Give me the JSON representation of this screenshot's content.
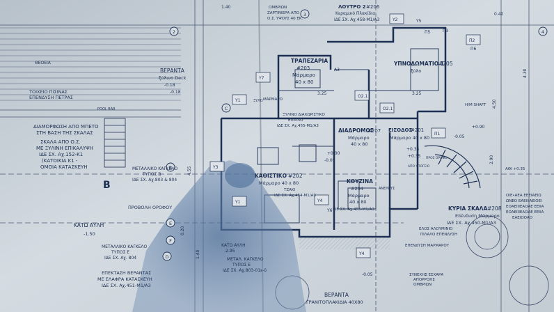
{
  "colors": {
    "paper": "#c9d2da",
    "paper_light": "#dde3e8",
    "ink": "#1d2f52",
    "line": "#4a5874",
    "shadow": "#5f7fa6"
  },
  "rooms": [
    {
      "name": "ΤΡΑΠΕΖΑΡΙΑ",
      "code": "#203",
      "floor": "Μάρμαρο",
      "size": "40 x 80"
    },
    {
      "name": "ΥΠΝΟΔΩΜΑΤΙΟ 1",
      "code": "#205",
      "floor": "ξύλο",
      "size": ""
    },
    {
      "name": "ΛΟΥΤΡΟ 2",
      "code": "#206",
      "floor": "Κεραμικό Πλακίδια",
      "size": "ΙΔΕ ΣΧ. Αχ.458-Μ1/Α3"
    },
    {
      "name": "ΔΙΑΔΡΟΜΟΣ",
      "code": "#207",
      "floor": "Μάρμαρο",
      "size": "40 x 80"
    },
    {
      "name": "ΕΙΣΟΔΟΣ",
      "code": "#201",
      "floor": "Μάρμαρο 40 x 80",
      "size": ""
    },
    {
      "name": "ΚΑΘΙΣΤΙΚΟ",
      "code": "#202",
      "floor": "Μάρμαρο 40 x 80",
      "size": ""
    },
    {
      "name": "ΚΟΥΖΙΝΑ",
      "code": "#204",
      "floor": "Μάρμαρο",
      "size": "40 x 80"
    },
    {
      "name": "ΚΥΡΙΑ ΣΚΑΛΑ",
      "code": "#208",
      "floor": "Επένδυση Μάρμαρο",
      "size": "ΙΔΕ ΣΧ. Αχ.450-Μ1/Α3"
    }
  ],
  "labels": {
    "odos": "ΘΕΟΕΙΑ",
    "toixeio_1": "ΤΟΙΧΕΙΟ ΠΙΣΙΝΑΣ",
    "toixeio_2": "ΕΠΕΝΔΥΣΗ ΠΕΤΡΑΣ",
    "pool_bar": "POOL BAR",
    "verantas_top": "ΒΕΡΑΝΤΑ",
    "verantas_top_sub": "ξύλινο Deck",
    "verantas_top_level": "-0.18",
    "diamorfosi_1": "ΔΙΑΜΟΡΦΩΣΗ ΑΠΟ ΜΠΕΤΟ",
    "diamorfosi_2": "ΣΤΗ ΒΑΣΗ ΤΗΣ ΣΚΑΛΑΣ",
    "skala_1": "ΣΚΑΛΑ ΑΠΟ Ο.Σ.",
    "skala_2": "ΜΕ ΞΥΛΙΝΗ ΕΠΙΚΑΛΥΨΗ",
    "skala_3": "ΙΔΕ ΣΧ. Αχ.152-Κ1",
    "skala_4": "(ΚΑΤΟΙΚΙΑ Κ1 -",
    "skala_5": "ΟΜΟΙΑ ΚΑΤΑΣΚΕΥΗ",
    "kagkelo_b_1": "ΜΕΤΑΛΛΙΚΟ ΚΑΓΚΕΛΟ",
    "kagkelo_b_2": "ΤΥΠΟΣ Β",
    "kagkelo_b_3": "ΙΔΕ ΣΧ. Αχ.803 & 804",
    "section_b": "Β",
    "provoli": "ΠΡΟΒΟΛΗ ΟΡΟΦΟΥ",
    "kato_avli": "ΚΑΤΩ ΑΥΛΗ",
    "kato_avli_level": "-1.50",
    "kagkelo_e_1": "ΜΕΤΑΛΛΙΚΟ ΚΑΓΚΕΛΟ",
    "kagkelo_e_2": "ΤΥΠΟΣ Ε",
    "kagkelo_e_3": "ΙΔΕ ΣΧ. Αχ. 804",
    "epektasi_1": "ΕΠΕΚΤΑΣΗ ΒΕΡΑΝΤΑΣ",
    "epektasi_2": "ΜΕ ΕΛΑΦΡΑ ΚΑΤΑΣΚΕΥΗ",
    "epektasi_3": "ΙΔΕ ΣΧ. Αχ.451-Μ1/Α3",
    "kato_avli_2": "ΚΑΤΩ ΑΥΛΗ",
    "kato_avli_2_level": "-2.95",
    "kagkelo_2_1": "ΜΕΤΑΛ. ΚΑΓΚΕΛΟ",
    "kagkelo_2_2": "ΤΥΠΟΣ Ε",
    "kagkelo_2_3": "ΙΔΕ ΣΧ. Αχ.803-01ε-δ",
    "zardiniera_1": "ΖΑΡΤΙΝΙΕΡΑ ΑΠΟ",
    "zardiniera_2": "Ο.Σ. ΥΨΟΥΣ 40 ΕΚ.",
    "ombrion": "ΟΜΒΡΙΩΝ",
    "marmaro": "ΜΑΡΜΑΡΟ",
    "xylo": "ΞΥΛΟ",
    "xylino_1": "ΞΥΛΙΝΟ ΔΙΑΧΩΡΙΣΤΙΚΟ",
    "xylino_2": "ΕΠΙΠΛΟ",
    "xylino_3": "ΙΔΕ ΣΧ. Αχ.455-Μ1/Α3",
    "tzaki_1": "ΤΖΑΚΙ",
    "tzaki_2": "ΙΔΕ ΣΧ. Αχ.454-Μ1/Α3",
    "kouzina_ref": "ΙΔΕ ΣΧ. Αχ.455-Μ1/Α3",
    "hm_shaft": "Η/Μ SHAFT",
    "anelkystiras": "ΑΝΕΛΚΥΣ",
    "apo_ypogeio": "ΑΠΟ ΥΠΟΓΕΙΟ",
    "pros_orofo": "ΠΡΟΣ ΟΡΟΦΟ",
    "elos_1": "ΕΛΟΣ ΑΛΟΥΜΙΝΙΟ",
    "elos_2": "ΠΙΛΑΛΟ ΕΠΕΝΔΥΣΗ",
    "ependysi": "ΕΠΕΝΔΥΣΗ ΜΑΡΜΑΡΟΥ",
    "sinexis_1": "ΣΥΝΕΧΗΣ ΕΣΧΑΡΑ",
    "sinexis_2": "ΑΠΟΡΡΟΗΣ",
    "sinexis_3": "ΟΜΒΡΙΩΝ",
    "verantas_bottom": "ΒΕΡΑΝΤΑ",
    "verantas_bottom_sub": "ΓΡΑΝΙΤΟΠΛΑΚΙΔΙΑ 40Χ80",
    "right_1": "ΟΙΕ•ΑΕΑ ΕΕΕΙΑΕΙΩ",
    "right_2": "ΩΝΕΟ ΕΑΕΙΙΙΑΕΙΟΕΙ",
    "right_3": "ΕΟΑΕΙΙΙΕΑΟΑΕ ΕΕΙΙΑ",
    "right_4": "ΕΟΑΕΙΙΙΕΑΟΑΕ ΕΕΙΙΑ",
    "right_5": "ΕΑΕΙΟΟΑΟ",
    "level_abs": "ΑΘΙ +0.35"
  },
  "levels": [
    "+0.00",
    "-0.05",
    "+0.35",
    "+0.90",
    "-0.05",
    "+0.35",
    "-0.18",
    "-0.05"
  ],
  "window_tags": [
    "Y1",
    "Y2",
    "Y3",
    "Y4",
    "Y5",
    "Y6",
    "Y7",
    "Π1",
    "Π2",
    "Π3",
    "Π5",
    "Π6",
    "Ο2.1",
    "Ο2.1",
    "Α3"
  ],
  "grid_bubbles": [
    "Β",
    "C",
    "D",
    "E",
    "F",
    "2",
    "3",
    "4"
  ],
  "dimensions": [
    "4.55",
    "4.30",
    "4.50",
    "3.25",
    "3.25",
    "0.20",
    "1.40",
    "2.90",
    "1.40",
    "0.40"
  ]
}
